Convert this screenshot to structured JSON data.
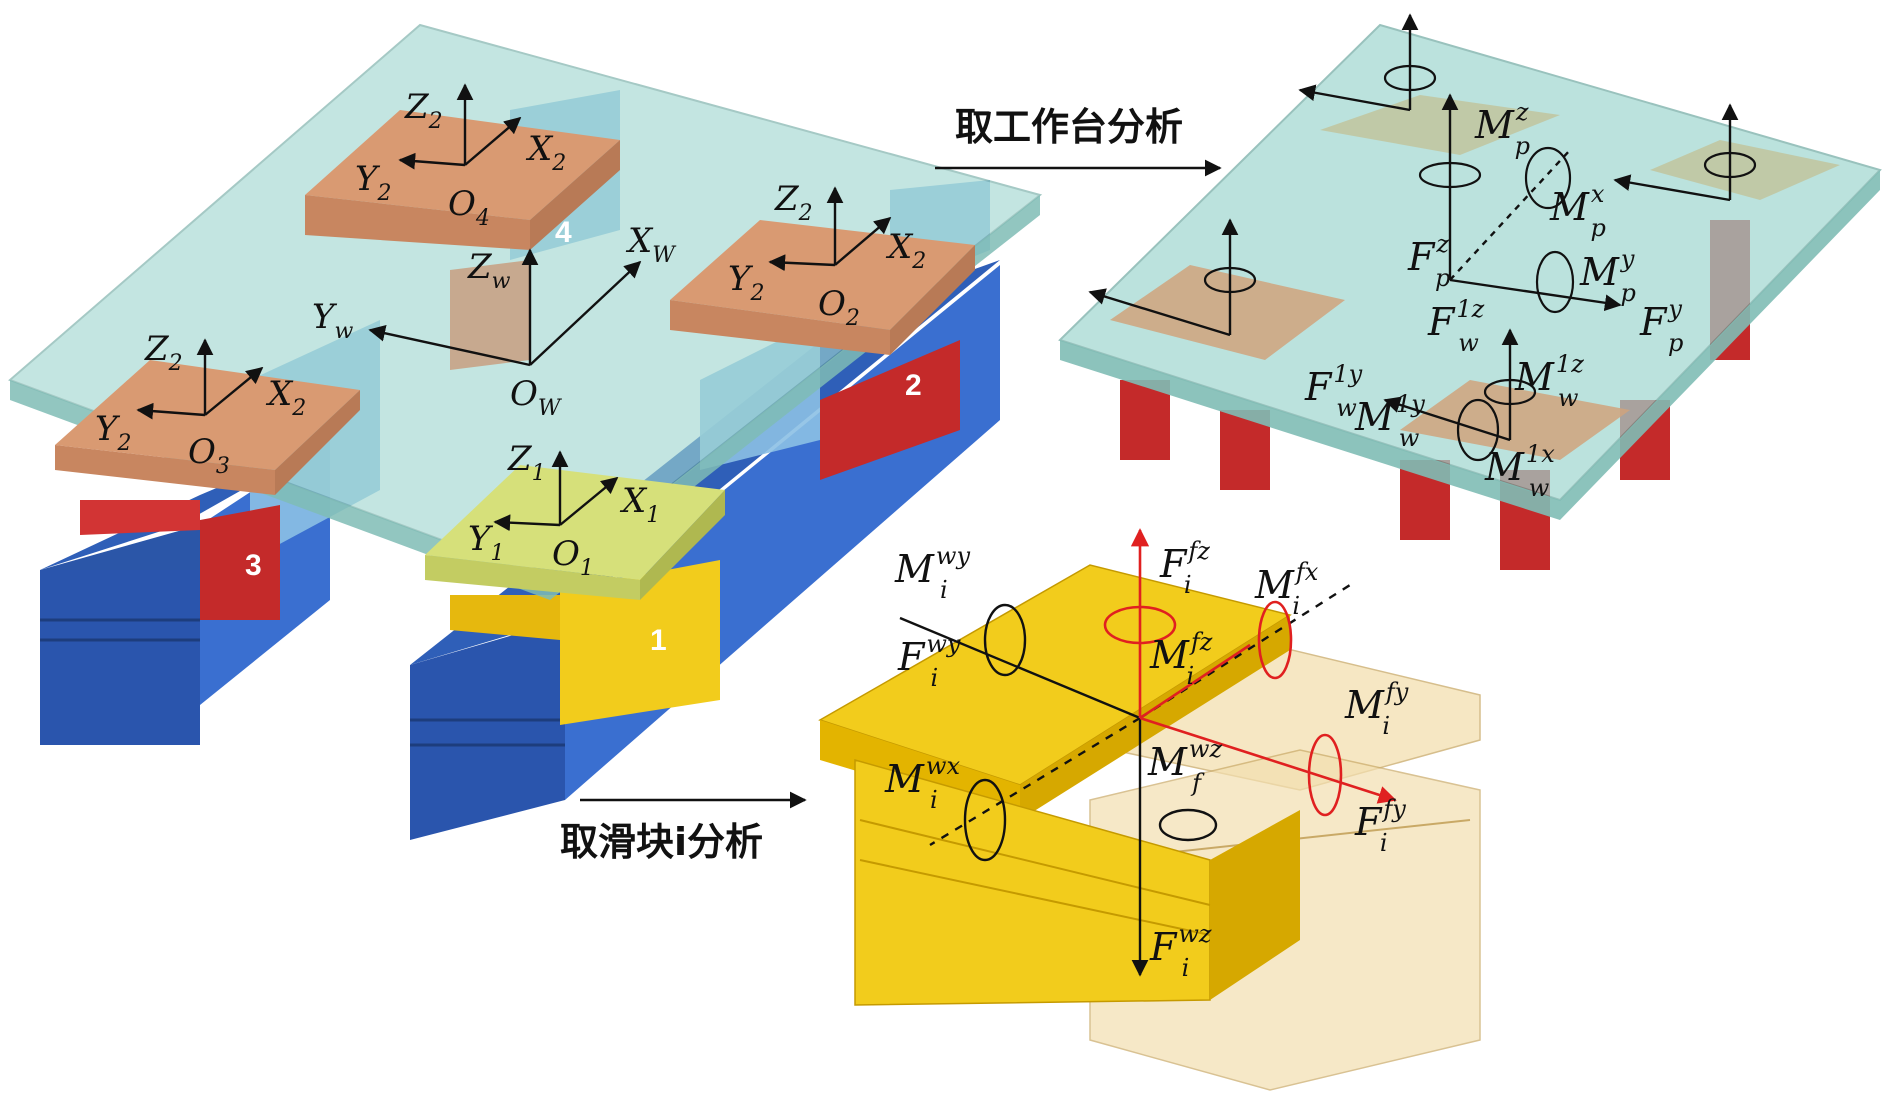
{
  "captions": {
    "take_table": "取工作台分析",
    "take_slider": "取滑块i分析"
  },
  "block_numbers": [
    "1",
    "2",
    "3",
    "4"
  ],
  "frames": {
    "world": {
      "x": "X",
      "y": "Y",
      "z": "Z",
      "o": "O",
      "sub": "W",
      "sub_z": "w"
    },
    "slider1": {
      "x": "X",
      "y": "Y",
      "z": "Z",
      "o": "O",
      "sub": "1"
    },
    "slider2": {
      "x": "X",
      "y": "Y",
      "z": "Z",
      "o": "O",
      "sub": "2"
    },
    "slider3": {
      "x": "X",
      "y": "Y",
      "z": "Z",
      "o": "O",
      "sub_xyz": "2",
      "sub_o": "3"
    },
    "slider4": {
      "x": "X",
      "y": "Y",
      "z": "Z",
      "o": "O",
      "sub_xyz": "2",
      "sub_o": "4"
    }
  },
  "table_forces": {
    "Mpz": {
      "base": "M",
      "sub": "p",
      "sup": "z"
    },
    "Mpx": {
      "base": "M",
      "sub": "p",
      "sup": "x"
    },
    "Mpy": {
      "base": "M",
      "sub": "p",
      "sup": "y"
    },
    "Fpz": {
      "base": "F",
      "sub": "p",
      "sup": "z"
    },
    "Fpy": {
      "base": "F",
      "sub": "p",
      "sup": "y"
    },
    "Fw1z": {
      "base": "F",
      "sub": "w",
      "sup": "1z"
    },
    "Mw1z": {
      "base": "M",
      "sub": "w",
      "sup": "1z"
    },
    "Fw1y": {
      "base": "F",
      "sub": "w",
      "sup": "1y"
    },
    "Mw1y": {
      "base": "M",
      "sub": "w",
      "sup": "1y"
    },
    "Mw1x": {
      "base": "M",
      "sub": "w",
      "sup": "1x"
    }
  },
  "slider_forces": {
    "Mwy": {
      "base": "M",
      "sub": "i",
      "sup": "wy"
    },
    "Fwy": {
      "base": "F",
      "sub": "i",
      "sup": "wy"
    },
    "Ffz": {
      "base": "F",
      "sub": "i",
      "sup": "fz"
    },
    "Mfx": {
      "base": "M",
      "sub": "i",
      "sup": "fx"
    },
    "Mfz": {
      "base": "M",
      "sub": "i",
      "sup": "fz"
    },
    "Mfy": {
      "base": "M",
      "sub": "i",
      "sup": "fy"
    },
    "Mwx": {
      "base": "M",
      "sub": "i",
      "sup": "wx"
    },
    "Mfwz": {
      "base": "M",
      "sub": "f",
      "sup": "wz"
    },
    "Ffy": {
      "base": "F",
      "sub": "i",
      "sup": "fy"
    },
    "Fwz": {
      "base": "F",
      "sub": "i",
      "sup": "wz"
    }
  },
  "colors": {
    "table_glass": "#9fd6cf",
    "table_edge": "#6fa9a2",
    "slider_orange": "#d99a72",
    "slider_yellow": "#d6e07a",
    "rail_blue": "#2f5fb8",
    "rail_light": "#8cc0e4",
    "rail_red": "#c42a2a",
    "slider_gold": "#f2cc1c",
    "ghost_rail": "#f3dfb0",
    "force_red": "#e02020"
  }
}
